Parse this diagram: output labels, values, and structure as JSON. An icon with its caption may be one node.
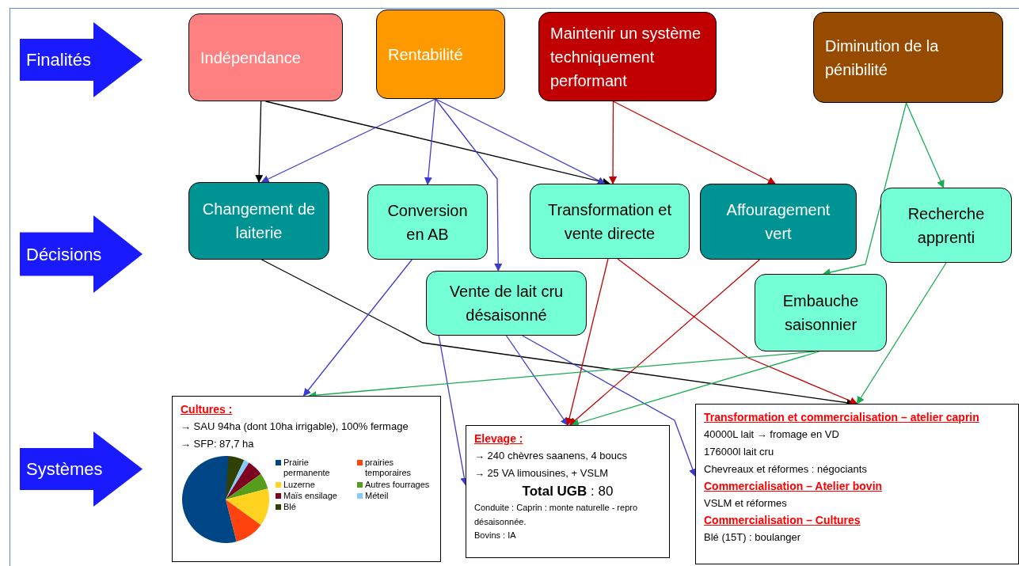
{
  "diagram": {
    "nodes": [
      {
        "text": [
          "Finalités"
        ]
      },
      {
        "text": [
          "Décisions"
        ]
      },
      {
        "text": [
          "Systèmes"
        ]
      },
      {
        "text": [
          "Indépendance"
        ]
      },
      {
        "text": [
          "Rentabilité"
        ]
      },
      {
        "text": [
          "Maintenir un système techniquement performant"
        ]
      },
      {
        "text": [
          "Diminution de la pénibilité"
        ]
      },
      {
        "text": [
          "Changement de laiterie"
        ]
      },
      {
        "text": [
          "Conversion en AB"
        ]
      },
      {
        "text": [
          "Transformation et vente directe"
        ]
      },
      {
        "text": [
          "Affouragement vert"
        ]
      },
      {
        "text": [
          "Recherche apprenti"
        ]
      },
      {
        "text": [
          "Vente de lait cru désaisonné"
        ]
      },
      {
        "text": [
          "Embauche saisonnier"
        ]
      },
      {
        "text": [
          "Cultures :",
          "→ SAU 94ha (dont 10ha irrigable), 100% fermage",
          "→ SFP: 87,7 ha"
        ]
      },
      {
        "text": [
          "Elevage :",
          "→ 240 chèvres saanens, 4 boucs",
          "→ 25 VA limousines, + VSLM",
          "**Total UGB** : 80",
          "Conduite : Caprin : monte naturelle - repro désaisonnée.",
          "Bovins : IA"
        ]
      },
      {
        "text": [
          "Transformation et commercialisation – atelier caprin",
          "40000L lait → fromage en VD",
          "176000l lait cru",
          "Chevreaux et réformes : négociants",
          "Commercialisation – Atelier bovin",
          "VSLM et réformes",
          "Commercialisation – Cultures",
          "Blé (15T) : boulanger"
        ]
      }
    ],
    "edges": [
      {
        "from": 3,
        "to": 7,
        "arrow": "to",
        "color": "#000000"
      },
      {
        "from": 3,
        "to": 9,
        "arrow": "to",
        "color": "#000000"
      },
      {
        "from": 4,
        "to": 7,
        "arrow": "to"
      },
      {
        "from": 4,
        "to": 8,
        "arrow": "to"
      },
      {
        "from": 4,
        "to": 12,
        "arrow": "to"
      },
      {
        "from": 4,
        "to": 9,
        "arrow": "to"
      },
      {
        "from": 5,
        "to": 9,
        "arrow": "to",
        "color": "#c00000"
      },
      {
        "from": 5,
        "to": 10,
        "arrow": "to",
        "color": "#c00000"
      },
      {
        "from": 6,
        "to": 11,
        "arrow": "to",
        "color": "#1aab52"
      },
      {
        "from": 6,
        "to": 13,
        "arrow": "to",
        "color": "#1aab52"
      },
      {
        "from": 7,
        "to": 16,
        "arrow": "to",
        "color": "#000000"
      },
      {
        "from": 8,
        "to": 14,
        "arrow": "to"
      },
      {
        "from": 12,
        "to": 15,
        "arrow": "to"
      },
      {
        "from": 12,
        "to": 15,
        "arrow": "to"
      },
      {
        "from": 12,
        "to": 16,
        "arrow": "to"
      },
      {
        "from": 9,
        "to": 15,
        "arrow": "to",
        "color": "#c00000"
      },
      {
        "from": 9,
        "to": 16,
        "arrow": "to",
        "color": "#c00000"
      },
      {
        "from": 10,
        "to": 15,
        "arrow": "to",
        "color": "#c00000"
      },
      {
        "from": 13,
        "to": 14,
        "arrow": "to",
        "color": "#1aab52"
      },
      {
        "from": 13,
        "to": 15,
        "arrow": "to",
        "color": "#1aab52"
      },
      {
        "from": 11,
        "to": 16,
        "arrow": "to",
        "color": "#1aab52"
      }
    ],
    "legend": [
      {
        "text": "Prairie permanente",
        "color": "#004586"
      },
      {
        "text": "prairies temporaires",
        "color": "#ff420e"
      },
      {
        "text": "Luzerne",
        "color": "#ffd320"
      },
      {
        "text": "Autres fourrages",
        "color": "#579d1c"
      },
      {
        "text": "Maïs ensilage",
        "color": "#7e0021"
      },
      {
        "text": "Méteil",
        "color": "#83caff"
      },
      {
        "text": "Blé",
        "color": "#314004"
      }
    ]
  }
}
